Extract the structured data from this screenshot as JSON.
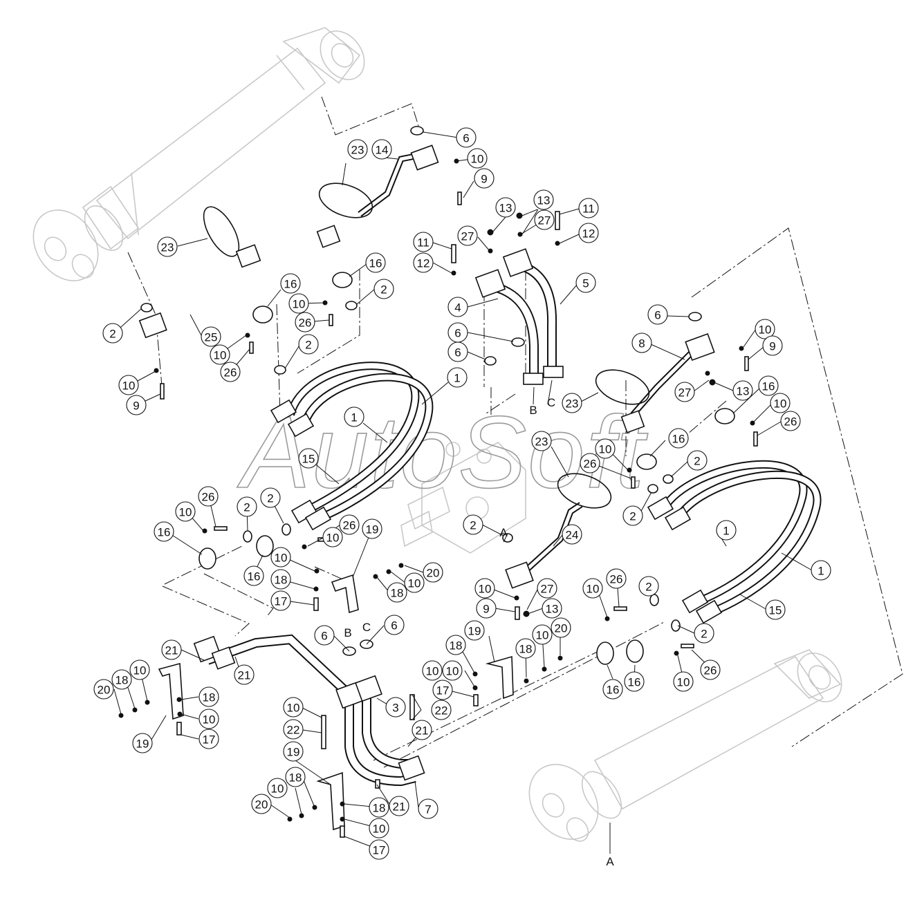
{
  "diagram": {
    "watermark": "AutoSoft",
    "balloons": [
      {
        "id": "b6a",
        "label": "6"
      },
      {
        "id": "b10a",
        "label": "10"
      },
      {
        "id": "b9a",
        "label": "9"
      },
      {
        "id": "b23a",
        "label": "23"
      },
      {
        "id": "b14",
        "label": "14"
      },
      {
        "id": "b13a",
        "label": "13"
      },
      {
        "id": "b13b",
        "label": "13"
      },
      {
        "id": "b11a",
        "label": "11"
      },
      {
        "id": "b27a",
        "label": "27"
      },
      {
        "id": "b12a",
        "label": "12"
      },
      {
        "id": "b11b",
        "label": "11"
      },
      {
        "id": "b27b",
        "label": "27"
      },
      {
        "id": "b12b",
        "label": "12"
      },
      {
        "id": "b23b",
        "label": "23"
      },
      {
        "id": "b16a",
        "label": "16"
      },
      {
        "id": "b16b",
        "label": "16"
      },
      {
        "id": "b10b",
        "label": "10"
      },
      {
        "id": "b26a",
        "label": "26"
      },
      {
        "id": "b2a",
        "label": "2"
      },
      {
        "id": "b2b",
        "label": "2"
      },
      {
        "id": "b25",
        "label": "25"
      },
      {
        "id": "b2c",
        "label": "2"
      },
      {
        "id": "b10c",
        "label": "10"
      },
      {
        "id": "b26b",
        "label": "26"
      },
      {
        "id": "b10d",
        "label": "10"
      },
      {
        "id": "b9b",
        "label": "9"
      },
      {
        "id": "b5",
        "label": "5"
      },
      {
        "id": "b4",
        "label": "4"
      },
      {
        "id": "b6b",
        "label": "6"
      },
      {
        "id": "b6c",
        "label": "6"
      },
      {
        "id": "b1a",
        "label": "1"
      },
      {
        "id": "b1b",
        "label": "1"
      },
      {
        "id": "b6d",
        "label": "6"
      },
      {
        "id": "b10e",
        "label": "10"
      },
      {
        "id": "b9c",
        "label": "9"
      },
      {
        "id": "b8",
        "label": "8"
      },
      {
        "id": "b27c",
        "label": "27"
      },
      {
        "id": "b13c",
        "label": "13"
      },
      {
        "id": "b16c",
        "label": "16"
      },
      {
        "id": "b10f",
        "label": "10"
      },
      {
        "id": "b23c",
        "label": "23"
      },
      {
        "id": "b26c",
        "label": "26"
      },
      {
        "id": "b23d",
        "label": "23"
      },
      {
        "id": "b16d",
        "label": "16"
      },
      {
        "id": "b10g",
        "label": "10"
      },
      {
        "id": "b26d",
        "label": "26"
      },
      {
        "id": "b2d",
        "label": "2"
      },
      {
        "id": "b2e",
        "label": "2"
      },
      {
        "id": "b15a",
        "label": "15"
      },
      {
        "id": "b26e",
        "label": "26"
      },
      {
        "id": "b10h",
        "label": "10"
      },
      {
        "id": "b2f",
        "label": "2"
      },
      {
        "id": "b2g",
        "label": "2"
      },
      {
        "id": "b16e",
        "label": "16"
      },
      {
        "id": "b26f",
        "label": "26"
      },
      {
        "id": "b10i",
        "label": "10"
      },
      {
        "id": "b16f",
        "label": "16"
      },
      {
        "id": "b19a",
        "label": "19"
      },
      {
        "id": "b20a",
        "label": "20"
      },
      {
        "id": "b10j",
        "label": "10"
      },
      {
        "id": "b18a",
        "label": "18"
      },
      {
        "id": "b10k",
        "label": "10"
      },
      {
        "id": "b18b",
        "label": "18"
      },
      {
        "id": "b17a",
        "label": "17"
      },
      {
        "id": "b2h",
        "label": "2"
      },
      {
        "id": "b24",
        "label": "24"
      },
      {
        "id": "b1c",
        "label": "1"
      },
      {
        "id": "b1d",
        "label": "1"
      },
      {
        "id": "b10l",
        "label": "10"
      },
      {
        "id": "b27d",
        "label": "27"
      },
      {
        "id": "b9d",
        "label": "9"
      },
      {
        "id": "b13d",
        "label": "13"
      },
      {
        "id": "b10m",
        "label": "10"
      },
      {
        "id": "b26g",
        "label": "26"
      },
      {
        "id": "b2i",
        "label": "2"
      },
      {
        "id": "b15b",
        "label": "15"
      },
      {
        "id": "b2j",
        "label": "2"
      },
      {
        "id": "b6e",
        "label": "6"
      },
      {
        "id": "b6f",
        "label": "6"
      },
      {
        "id": "b21a",
        "label": "21"
      },
      {
        "id": "b21b",
        "label": "21"
      },
      {
        "id": "b20b",
        "label": "20"
      },
      {
        "id": "b18c",
        "label": "18"
      },
      {
        "id": "b10n",
        "label": "10"
      },
      {
        "id": "b18d",
        "label": "18"
      },
      {
        "id": "b10o",
        "label": "10"
      },
      {
        "id": "b17b",
        "label": "17"
      },
      {
        "id": "b19b",
        "label": "19"
      },
      {
        "id": "b19c",
        "label": "19"
      },
      {
        "id": "b18e",
        "label": "18"
      },
      {
        "id": "b10p",
        "label": "10"
      },
      {
        "id": "b20c",
        "label": "20"
      },
      {
        "id": "b18f",
        "label": "18"
      },
      {
        "id": "b10q",
        "label": "10"
      },
      {
        "id": "b10r",
        "label": "10"
      },
      {
        "id": "b17c",
        "label": "17"
      },
      {
        "id": "b22a",
        "label": "22"
      },
      {
        "id": "b3",
        "label": "3"
      },
      {
        "id": "b10s",
        "label": "10"
      },
      {
        "id": "b22b",
        "label": "22"
      },
      {
        "id": "b21c",
        "label": "21"
      },
      {
        "id": "b16g",
        "label": "16"
      },
      {
        "id": "b16h",
        "label": "16"
      },
      {
        "id": "b10t",
        "label": "10"
      },
      {
        "id": "b26h",
        "label": "26"
      },
      {
        "id": "b19d",
        "label": "19"
      },
      {
        "id": "b18g",
        "label": "18"
      },
      {
        "id": "b10u",
        "label": "10"
      },
      {
        "id": "b20d",
        "label": "20"
      },
      {
        "id": "b18h",
        "label": "18"
      },
      {
        "id": "b10v",
        "label": "10"
      },
      {
        "id": "b17d",
        "label": "17"
      },
      {
        "id": "b21d",
        "label": "21"
      },
      {
        "id": "b7",
        "label": "7"
      }
    ],
    "letters": [
      {
        "id": "lB1",
        "text": "B"
      },
      {
        "id": "lC1",
        "text": "C"
      },
      {
        "id": "lA1",
        "text": "A"
      },
      {
        "id": "lB2",
        "text": "B"
      },
      {
        "id": "lC2",
        "text": "C"
      },
      {
        "id": "lA2",
        "text": "A"
      }
    ]
  }
}
